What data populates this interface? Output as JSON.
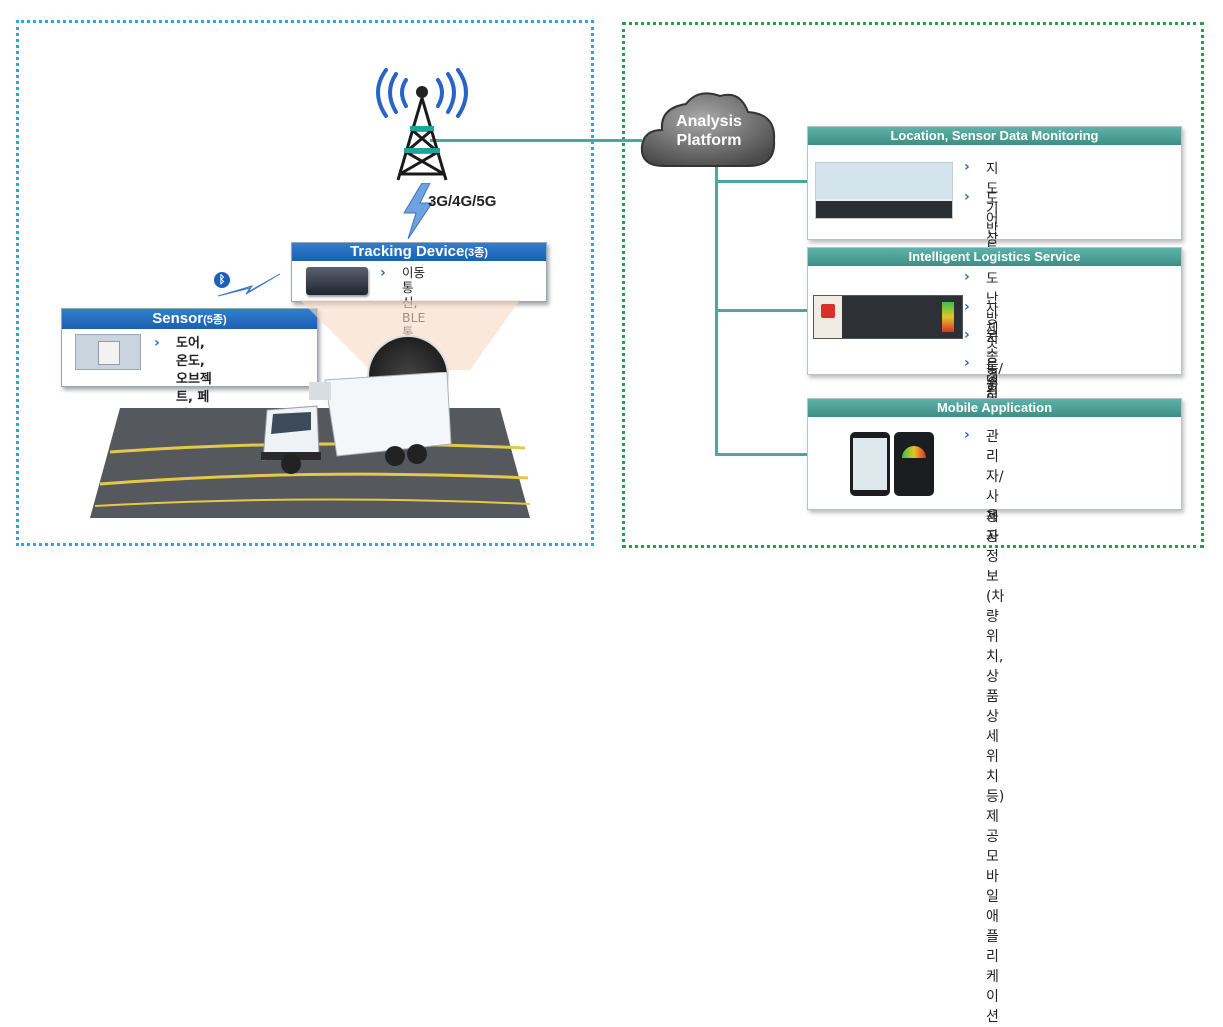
{
  "network": {
    "label": "3G/4G/5G"
  },
  "cloud": {
    "line1": "Analysis",
    "line2": "Platform"
  },
  "tracking": {
    "title": "Tracking Device",
    "count": "(3종)",
    "desc": "이동통신, BLE 통신,\nGPS 센서 통합"
  },
  "sensor": {
    "title": "Sensor",
    "count": "(5종)",
    "desc": "도어,온도, 오브젝트, 페\n이로드, TPMS"
  },
  "panels": [
    {
      "title": "Location, Sensor Data Monitoring",
      "items": [
        "지도 기반 트레일러 위치 조회",
        "도어 상태, 온도 등  센서 데이터\n모니터링"
      ]
    },
    {
      "title": "Intelligent Logistics Service",
      "items": [
        "도난 방지",
        "자체 소통/기상정보 생성",
        "운송 경로 및 예상 시간 제공",
        "운송 차질 대처"
      ]
    },
    {
      "title": "Mobile Application",
      "items": [
        "관리자/사용자 정보 (차량\n위치, 상품 상세 위치 등)\n제공 모바일 애플리케이션"
      ]
    }
  ],
  "colors": {
    "blue_frame": "#2aa7df",
    "green_frame": "#2e9c4a",
    "connector": "#4aa8a2",
    "accent": "#1e6fc0"
  },
  "icons": [
    "tower-icon",
    "signal-wave-icon",
    "lightning-icon",
    "bluetooth-icon",
    "cloud-icon",
    "truck-icon",
    "chevron-right-icon"
  ]
}
